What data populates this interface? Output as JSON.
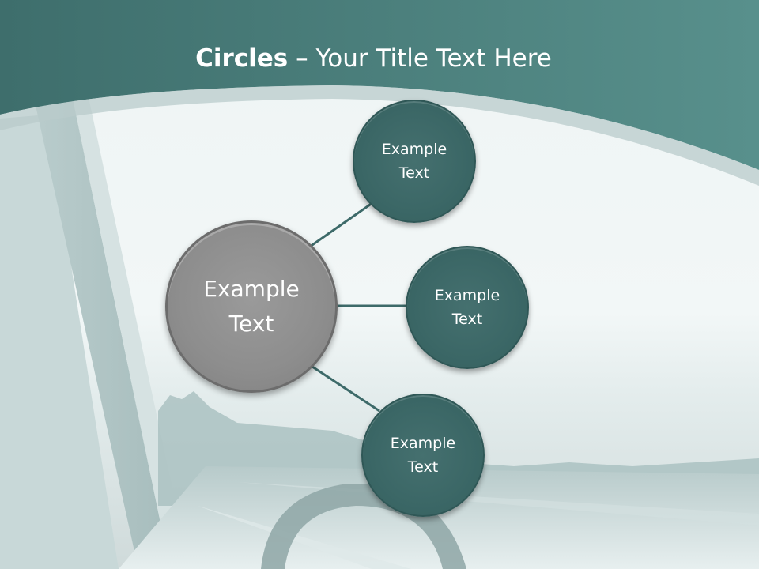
{
  "slide": {
    "title_bold": "Circles",
    "title_rest": " – Your Title Text Here"
  },
  "center_circle": {
    "line1": "Example",
    "line2": "Text"
  },
  "satellites": [
    {
      "line1": "Example",
      "line2": "Text"
    },
    {
      "line1": "Example",
      "line2": "Text"
    },
    {
      "line1": "Example",
      "line2": "Text"
    }
  ],
  "colors": {
    "teal": "#3b6766",
    "header": "#4d807d",
    "center_gray": "#8d8d8d",
    "connector": "#3d6a69"
  }
}
